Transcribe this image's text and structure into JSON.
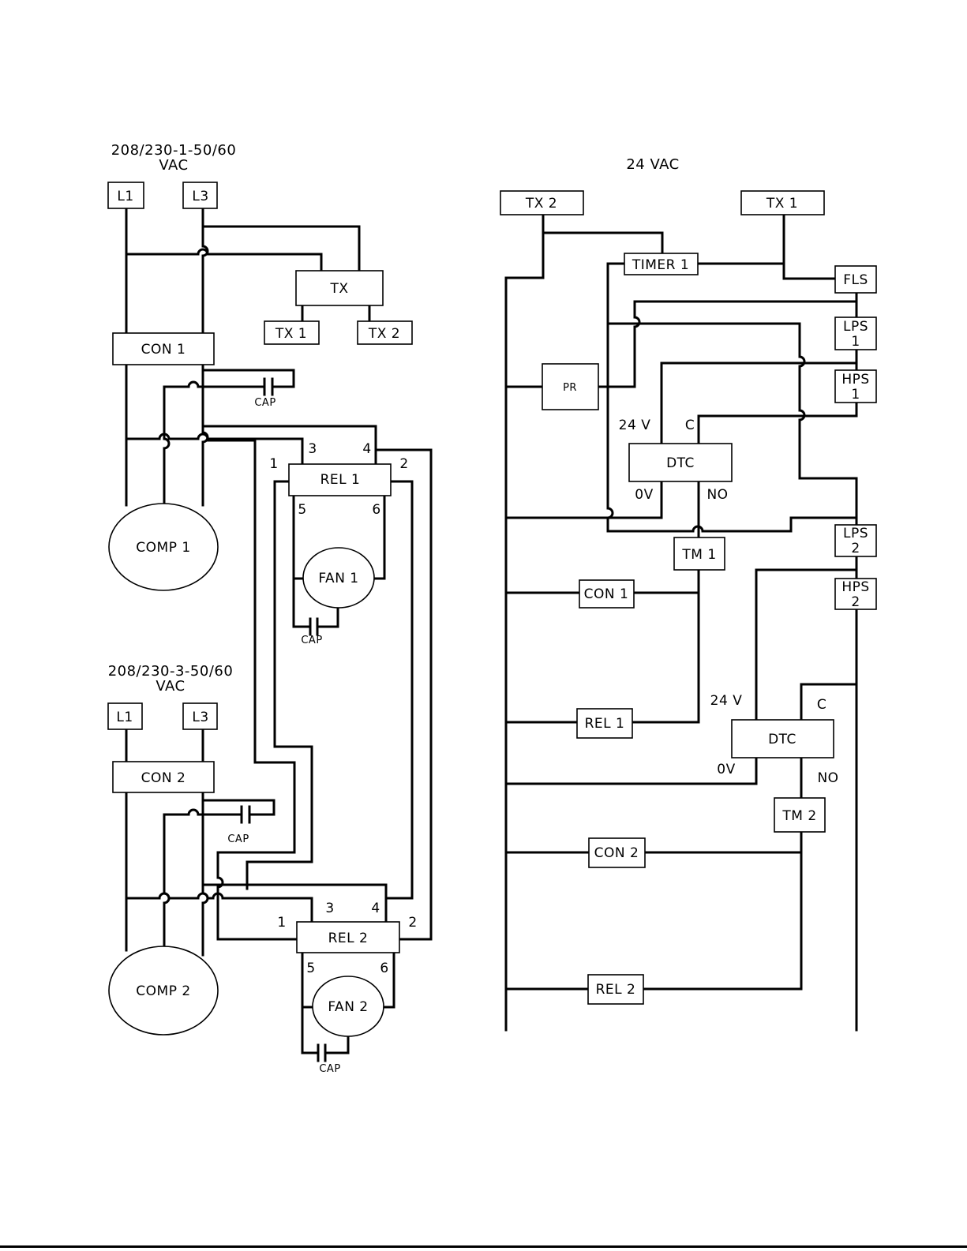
{
  "supply1": {
    "line1": "208/230-1-50/60",
    "line2": "VAC"
  },
  "supply2": {
    "line1": "208/230-3-50/60",
    "line2": "VAC"
  },
  "supply_control": "24 VAC",
  "power": {
    "l1a": "L1",
    "l3a": "L3",
    "l1b": "L1",
    "l3b": "L3",
    "tx": "TX",
    "tx1": "TX 1",
    "tx2": "TX 2",
    "con1": "CON 1",
    "con2": "CON 2",
    "cap": "CAP",
    "comp1": "COMP 1",
    "comp2": "COMP 2",
    "rel1": "REL 1",
    "rel2": "REL 2",
    "fan1": "FAN 1",
    "fan2": "FAN 2",
    "pin1": "1",
    "pin2": "2",
    "pin3": "3",
    "pin4": "4",
    "pin5": "5",
    "pin6": "6"
  },
  "control": {
    "tx2": "TX 2",
    "tx1": "TX 1",
    "timer1": "TIMER 1",
    "fls": "FLS",
    "lps1_a": "LPS",
    "lps1_b": "1",
    "hps1_a": "HPS",
    "hps1_b": "1",
    "lps2_a": "LPS",
    "lps2_b": "2",
    "hps2_a": "HPS",
    "hps2_b": "2",
    "pr": "PR",
    "dtc": "DTC",
    "v24": "24 V",
    "c": "C",
    "v0": "0V",
    "no": "NO",
    "tm1": "TM 1",
    "tm2": "TM 2",
    "con1": "CON 1",
    "rel1": "REL 1",
    "con2": "CON 2",
    "rel2": "REL 2"
  }
}
